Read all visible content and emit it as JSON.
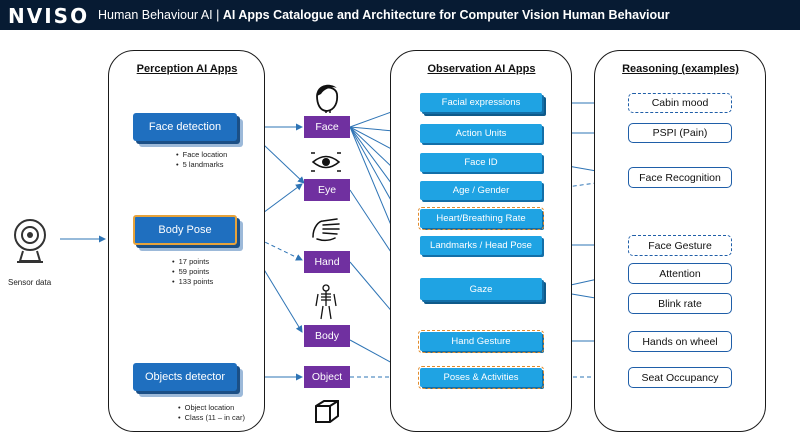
{
  "header": {
    "logo": "NVISO",
    "title_normal": "Human Behaviour AI | ",
    "title_bold": "AI Apps Catalogue and Architecture for Computer Vision Human Behaviour"
  },
  "panels": {
    "perception": "Perception AI Apps",
    "observation": "Observation AI Apps",
    "reasoning": "Reasoning (examples)"
  },
  "sensor": {
    "label": "Sensor data",
    "icon": "webcam-icon"
  },
  "perception_apps": {
    "face_detection": {
      "label": "Face detection",
      "details": [
        "Face location",
        "5 landmarks"
      ]
    },
    "body_pose": {
      "label": "Body Pose",
      "details": [
        "17 points",
        "59 points",
        "133 points"
      ]
    },
    "objects_detector": {
      "label": "Objects detector",
      "details": [
        "Object location",
        "Class (11 – in car)"
      ]
    }
  },
  "inputs": {
    "face": "Face",
    "eye": "Eye",
    "hand": "Hand",
    "body": "Body",
    "object": "Object"
  },
  "observation_apps": {
    "facial_expressions": "Facial expressions",
    "action_units": "Action Units",
    "face_id": "Face ID",
    "age_gender": "Age / Gender",
    "heart_rate": "Heart/Breathing Rate",
    "landmarks": "Landmarks / Head Pose",
    "gaze": "Gaze",
    "hand_gesture": "Hand Gesture",
    "poses": "Poses & Activities"
  },
  "reasoning": {
    "cabin_mood": "Cabin mood",
    "pspi": "PSPI (Pain)",
    "face_recognition": "Face Recognition",
    "face_gesture": "Face Gesture",
    "attention": "Attention",
    "blink_rate": "Blink rate",
    "hands_on_wheel": "Hands on wheel",
    "seat_occupancy": "Seat Occupancy"
  },
  "colors": {
    "header_bg": "#071b33",
    "perception_blue": "#1f6fbf",
    "input_purple": "#7030a0",
    "observation_cyan": "#1fa3e3",
    "arrow_blue": "#2e74b5",
    "highlight_orange": "#e7a33b"
  }
}
